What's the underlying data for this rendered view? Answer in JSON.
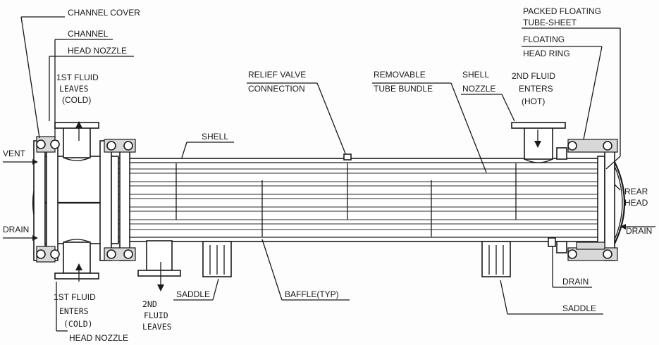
{
  "labels": {
    "channel_cover": "CHANNEL COVER",
    "channel": "CHANNEL",
    "head_nozzle_top": "HEAD NOZZLE",
    "fluid1_leaves": [
      "1ST FLUID",
      "LEAVES",
      "(COLD)"
    ],
    "vent": "VENT",
    "drain_left": "DRAIN",
    "shell": "SHELL",
    "relief_valve": [
      "RELIEF VALVE",
      "CONNECTION"
    ],
    "removable_tube_bundle": [
      "REMOVABLE",
      "TUBE BUNDLE"
    ],
    "shell_nozzle": [
      "SHELL",
      "NOZZLE"
    ],
    "fluid2_enters": [
      "2ND FLUID",
      "ENTERS",
      "(HOT)"
    ],
    "packed_floating": [
      "PACKED FLOATING",
      "TUBE-SHEET"
    ],
    "floating_head_ring": [
      "FLOATING",
      "HEAD RING"
    ],
    "rear_head": [
      "REAR",
      "HEAD"
    ],
    "drain_right": "DRAIN",
    "drain_bottom": "DRAIN",
    "saddle_left": "SADDLE",
    "saddle_right": "SADDLE",
    "baffle": "BAFFLE(TYP)",
    "fluid1_enters": [
      "1ST FLUID",
      "ENTERS",
      "(COLD)"
    ],
    "head_nozzle_bottom": "HEAD NOZZLE",
    "fluid2_leaves": [
      "2ND",
      "FLUID",
      "LEAVES"
    ]
  }
}
